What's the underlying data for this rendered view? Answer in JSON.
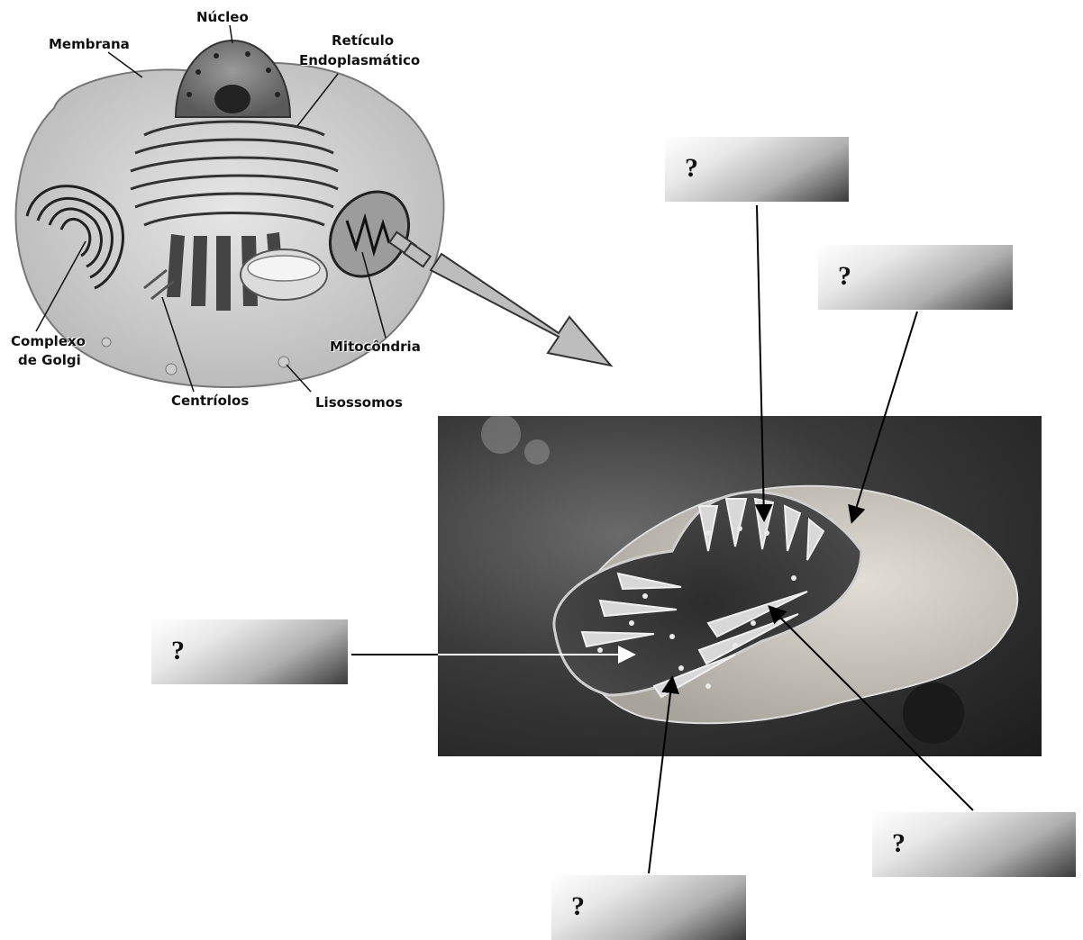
{
  "cell_diagram": {
    "labels": {
      "nucleo": "Núcleo",
      "membrana": "Membrana",
      "reticulo_line1": "Retículo",
      "reticulo_line2": "Endoplasmático",
      "complexo_line1": "Complexo",
      "complexo_line2": "de Golgi",
      "mitocondria": "Mitocôndria",
      "centriolos": "Centríolos",
      "lisossomos": "Lisossomos"
    }
  },
  "question_boxes": [
    {
      "id": "top",
      "text": "?"
    },
    {
      "id": "upper-right",
      "text": "?"
    },
    {
      "id": "left",
      "text": "?"
    },
    {
      "id": "lower-right",
      "text": "?"
    },
    {
      "id": "bottom",
      "text": "?"
    }
  ]
}
